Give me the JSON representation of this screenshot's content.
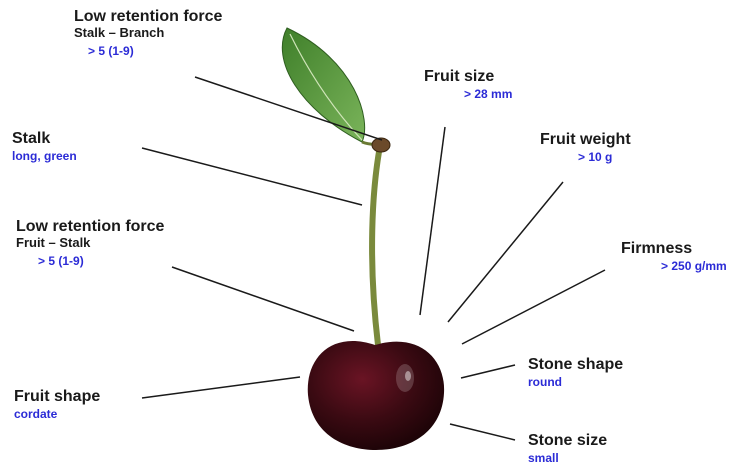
{
  "colors": {
    "label_text": "#1a1a1a",
    "value_text": "#2b2bd6",
    "leader_line": "#1a1a1a",
    "cherry": "#3a0a12",
    "stalk": "#7a8a3c",
    "leaf": "#5a9a3a"
  },
  "traits": {
    "retention_branch": {
      "title": "Low retention force",
      "sub": "Stalk – Branch",
      "value": "> 5 (1-9)"
    },
    "fruit_size": {
      "title": "Fruit size",
      "value": "> 28 mm"
    },
    "stalk": {
      "title": "Stalk",
      "value": "long, green"
    },
    "fruit_weight": {
      "title": "Fruit weight",
      "value": "> 10 g"
    },
    "retention_fruit": {
      "title": "Low retention force",
      "sub": "Fruit – Stalk",
      "value": "> 5 (1-9)"
    },
    "firmness": {
      "title": "Firmness",
      "value": "> 250 g/mm"
    },
    "stone_shape": {
      "title": "Stone shape",
      "value": "round"
    },
    "fruit_shape": {
      "title": "Fruit shape",
      "value": "cordate"
    },
    "stone_size": {
      "title": "Stone size",
      "value": "small"
    }
  }
}
